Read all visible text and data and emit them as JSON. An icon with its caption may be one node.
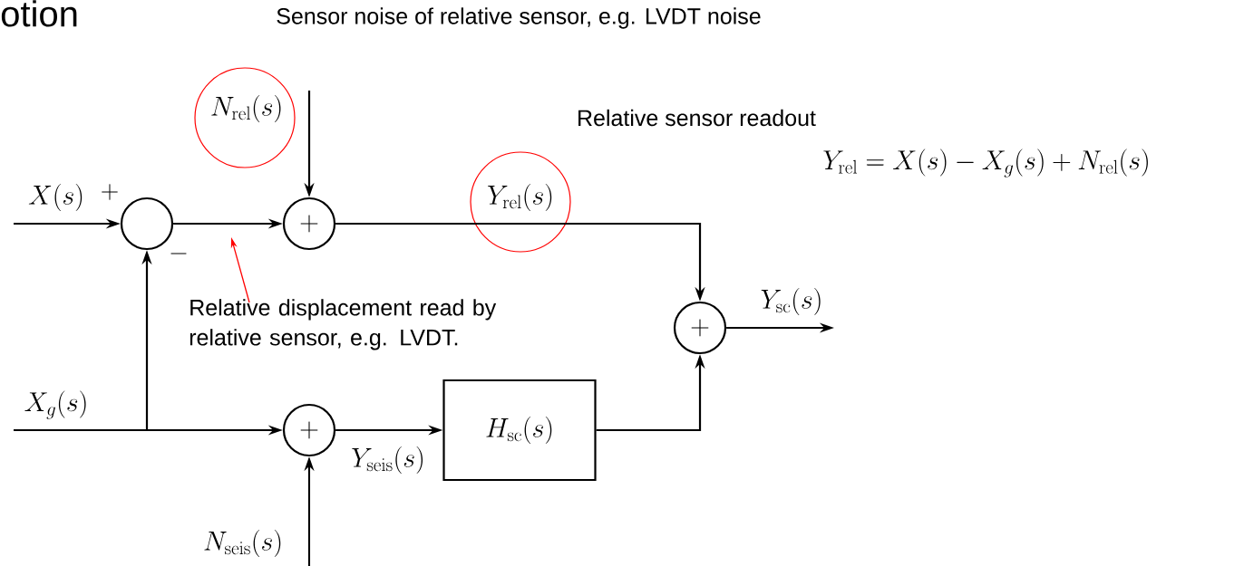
{
  "diagram": {
    "nodes": [
      {
        "text": [],
        "shape": "circle"
      },
      {
        "text": [
          "+"
        ]
      },
      {
        "text": [
          "+"
        ]
      },
      {
        "text": [
          "+"
        ]
      },
      {
        "text": [
          "H_{\\mathrm{sc}}(s)"
        ]
      },
      {
        "text": [
          "Relative displacement read by relative sensor, e.g. LVDT."
        ]
      }
    ],
    "edges": [
      {
        "from": null,
        "to": 0,
        "arrow": "to",
        "label": "X(s)"
      },
      {
        "from": null,
        "to": 0,
        "arrow": "to",
        "label": "X_g(s)"
      },
      {
        "from": null,
        "to": 3,
        "arrow": "to"
      },
      {
        "from": null,
        "to": 1,
        "arrow": "to",
        "label": "N_{\\mathrm{rel}}(s)"
      },
      {
        "from": 0,
        "to": 1,
        "arrow": "to"
      },
      {
        "from": 1,
        "to": 2,
        "arrow": "to",
        "label": "Y_{\\mathrm{rel}}(s)"
      },
      {
        "from": 2,
        "to": null,
        "arrow": "to",
        "label": "Y_{\\mathrm{sc}}(s)"
      },
      {
        "from": 3,
        "to": 4,
        "arrow": "to",
        "label": "Y_{\\mathrm{seis}}(s)"
      },
      {
        "from": 4,
        "to": 2,
        "arrow": "to"
      },
      {
        "from": null,
        "to": 3,
        "arrow": "to",
        "label": "N_{\\mathrm{seis}}(s)"
      },
      {
        "from": 5,
        "to": null,
        "arrow": "to",
        "color": "#ff0000"
      }
    ],
    "labels": [
      "otion",
      "+",
      "-",
      "Sensor noise of relative sensor, e.g. LVDT noise",
      "Relative sensor readout",
      "Y_{\\mathrm{rel}} = X(s) - X_g(s) + N_{\\mathrm{rel}}(s)"
    ]
  }
}
